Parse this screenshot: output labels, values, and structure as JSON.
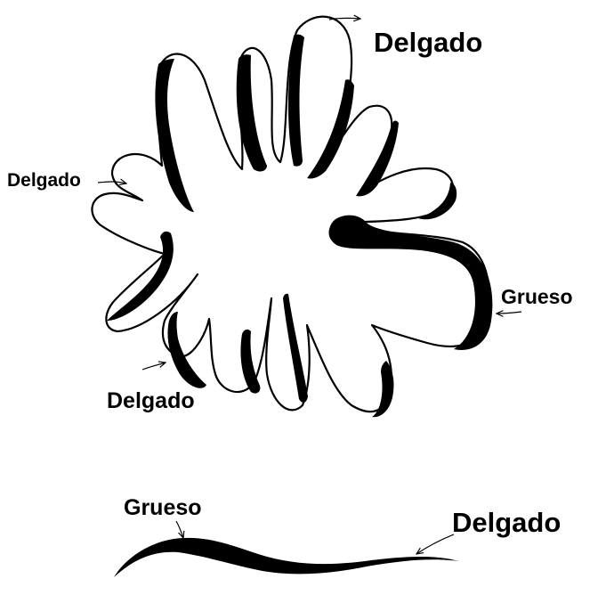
{
  "labels": {
    "flower_top": "Delgado",
    "flower_left": "Delgado",
    "flower_right": "Grueso",
    "flower_bottom": "Delgado",
    "stroke_thick": "Grueso",
    "stroke_thin": "Delgado"
  },
  "colors": {
    "ink": "#000000",
    "paper": "#ffffff"
  }
}
